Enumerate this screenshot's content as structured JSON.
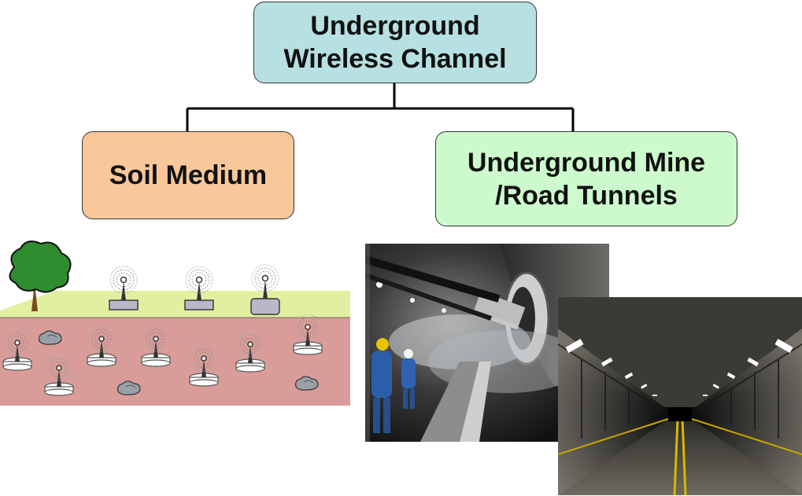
{
  "nodes": {
    "root": {
      "line1": "Underground",
      "line2": "Wireless Channel"
    },
    "left": {
      "label": "Soil Medium"
    },
    "right": {
      "line1": "Underground Mine",
      "line2": "/Road Tunnels"
    }
  },
  "colors": {
    "root_fill": "#b7e0e2",
    "left_fill": "#f9c89a",
    "right_fill": "#ccfacc",
    "connector": "#000000",
    "grass": "#e0f0a0",
    "soil": "#d99c99",
    "tree": "#2f8c2f",
    "trunk": "#7a4a1a"
  },
  "icons": {
    "tree": "tree-icon",
    "sensor": "antenna-sensor-icon",
    "rock": "rock-icon"
  }
}
